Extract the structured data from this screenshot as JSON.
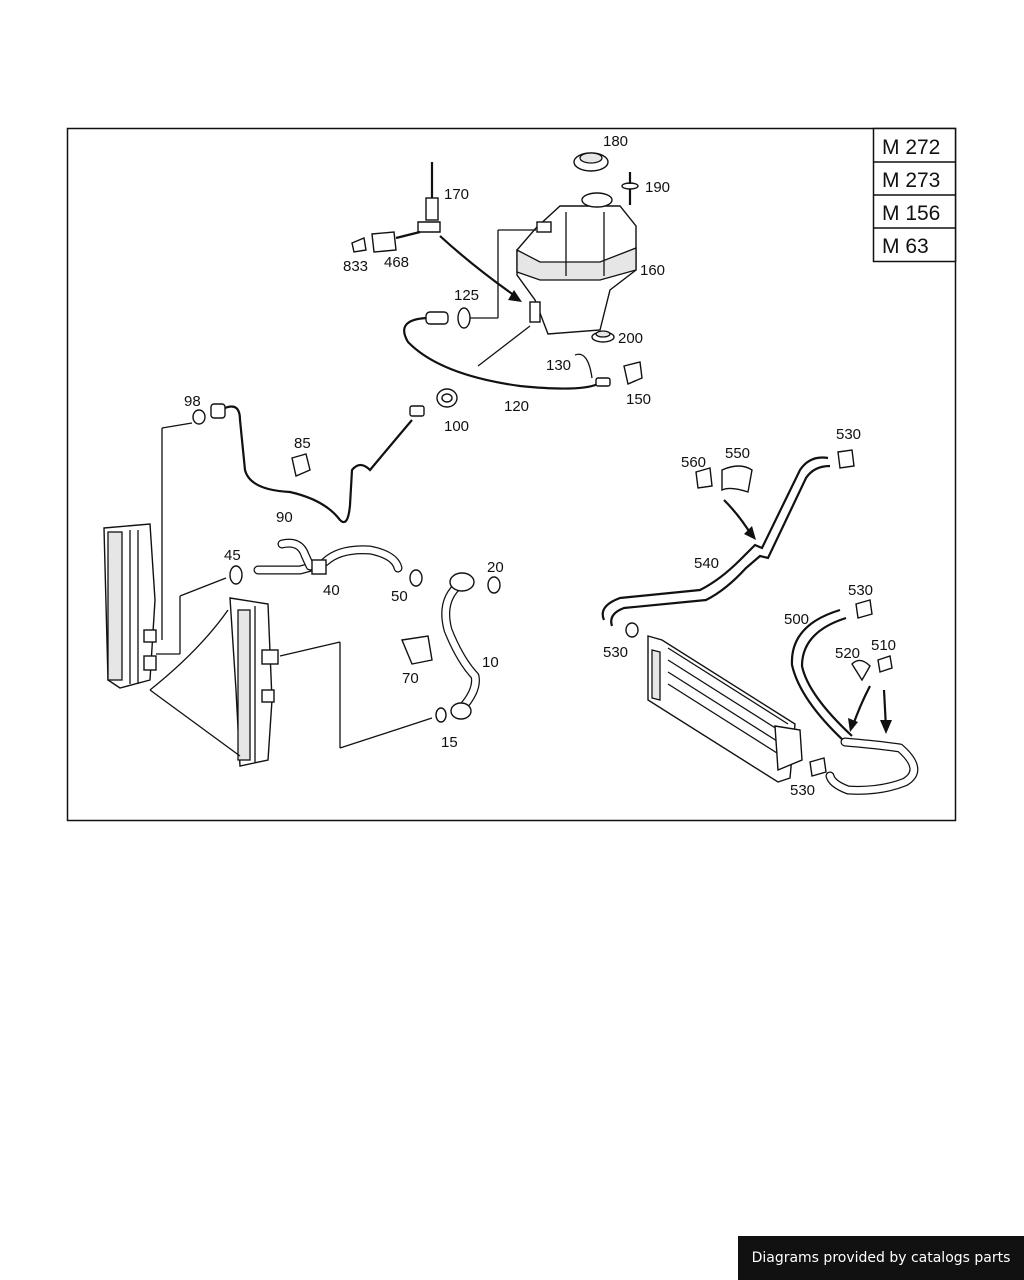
{
  "engines": [
    "M 272",
    "M 273",
    "M 156",
    "M 63"
  ],
  "labels": {
    "p180": "180",
    "p190": "190",
    "p170": "170",
    "p160": "160",
    "p833": "833",
    "p468": "468",
    "p125": "125",
    "p200": "200",
    "p130": "130",
    "p150": "150",
    "p120": "120",
    "p100": "100",
    "p98": "98",
    "p85": "85",
    "p90": "90",
    "p45": "45",
    "p40": "40",
    "p50": "50",
    "p20": "20",
    "p10": "10",
    "p70": "70",
    "p15": "15",
    "p560": "560",
    "p550": "550",
    "p530a": "530",
    "p540": "540",
    "p530b": "530",
    "p500": "500",
    "p530c": "530",
    "p520": "520",
    "p510": "510",
    "p530d": "530"
  },
  "footer": {
    "text": "Diagrams provided by catalogs parts"
  }
}
